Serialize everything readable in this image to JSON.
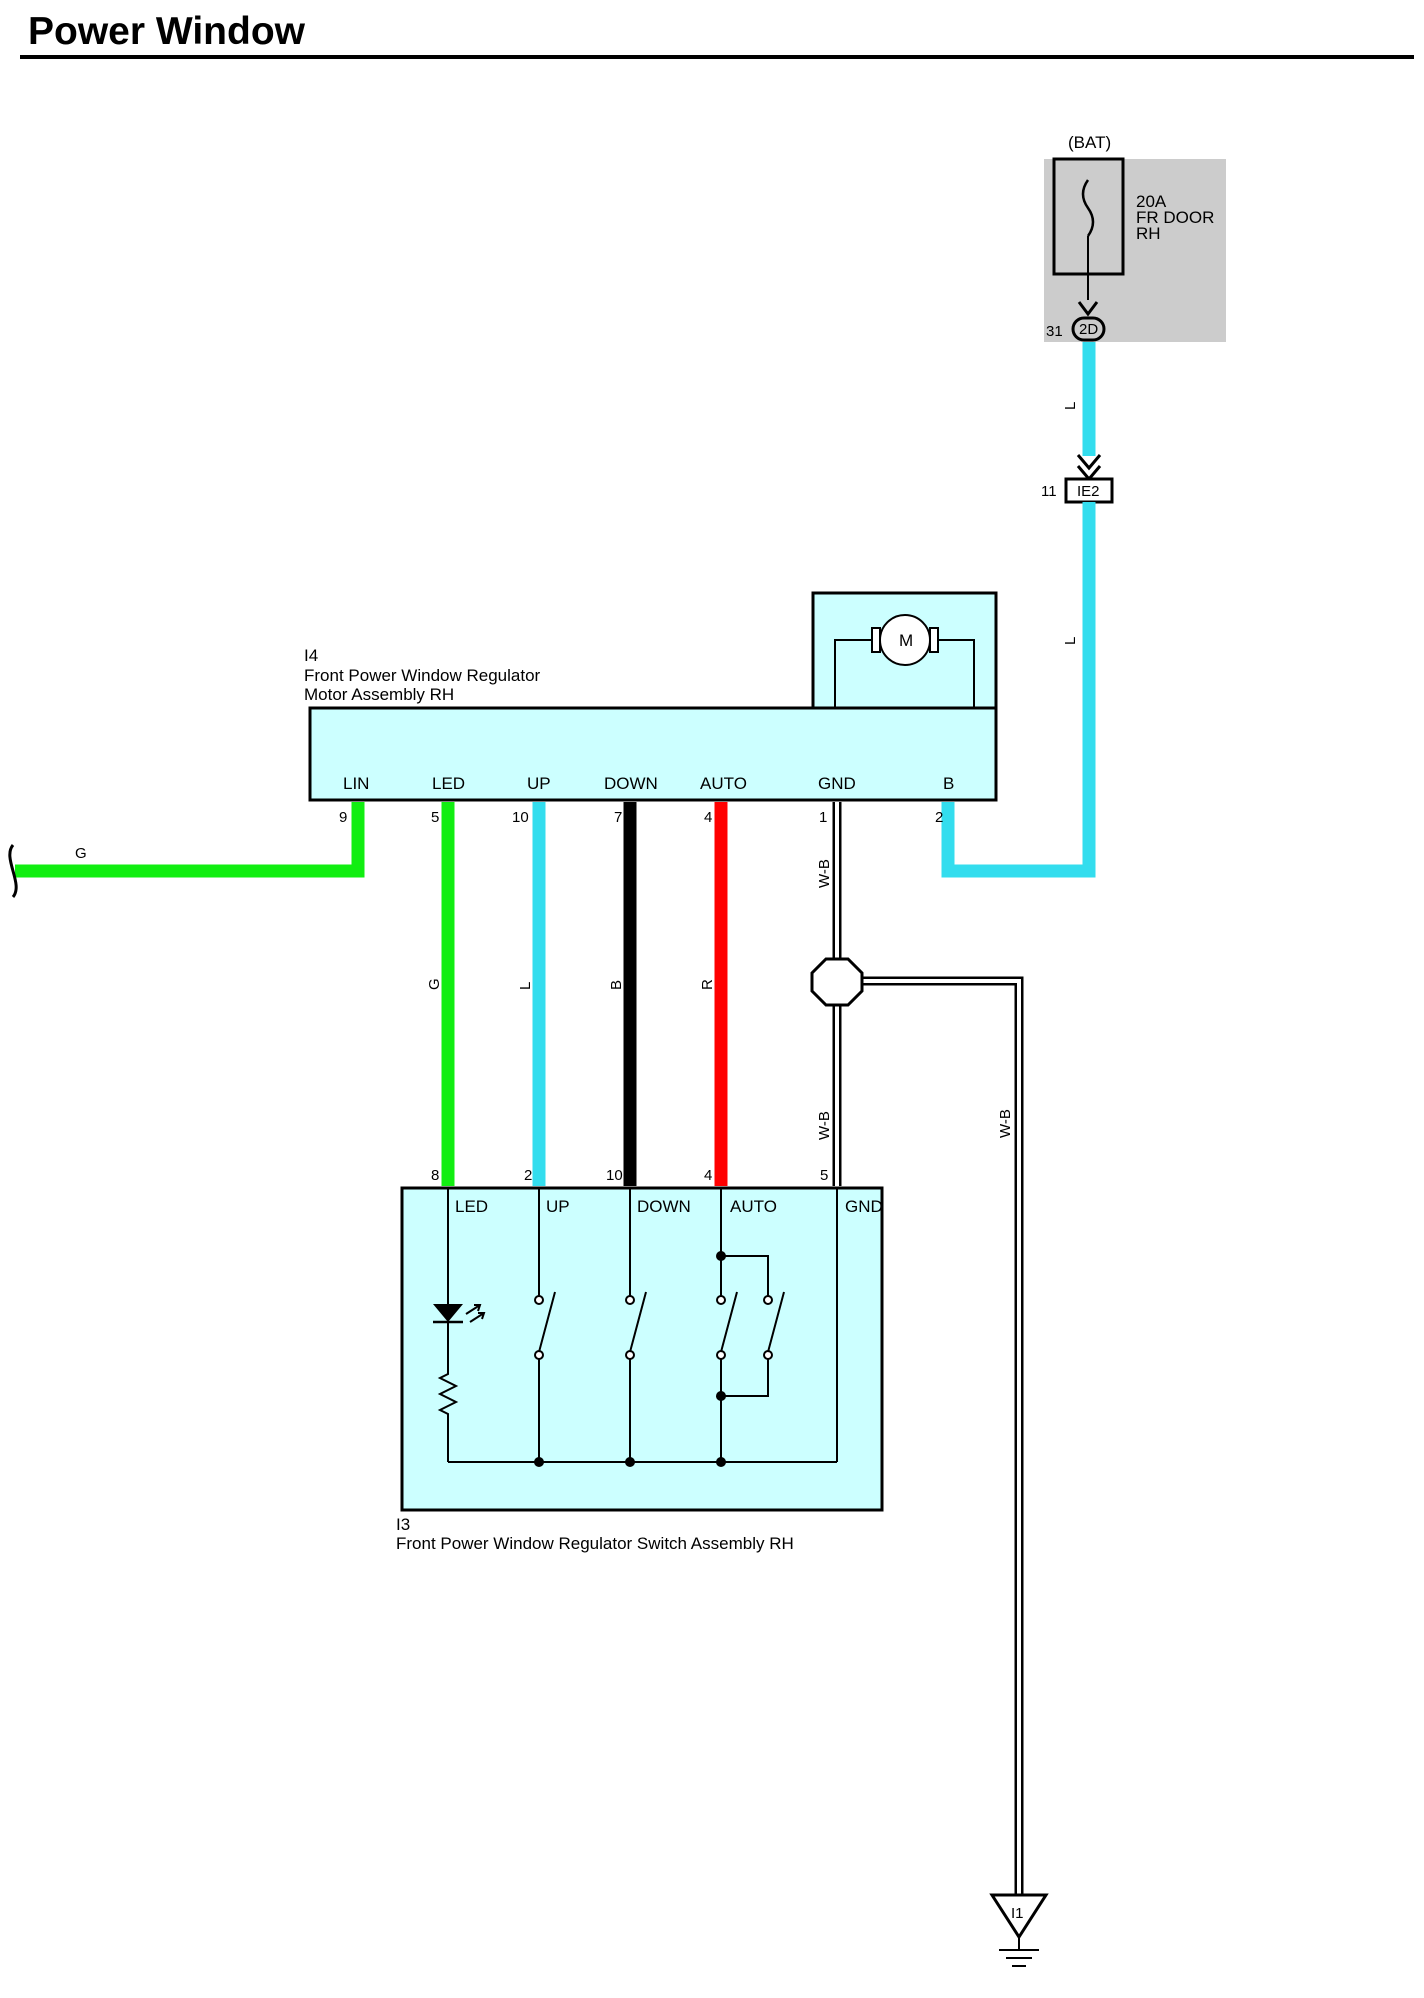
{
  "title": "Power Window",
  "colors": {
    "body_fill": "#ccffff",
    "fuse_box_fill": "#cccccc",
    "green": "#11ee11",
    "blue": "#33ddee",
    "black": "#000000",
    "red": "#ff0000",
    "white_black": "#ffffff"
  },
  "fuse": {
    "source": "(BAT)",
    "rating": "20A",
    "name_line1": "FR DOOR",
    "name_line2": "RH",
    "pin": "31",
    "connector": "2D"
  },
  "junction": {
    "pin": "11",
    "connector": "IE2"
  },
  "motor_assembly": {
    "id": "I4",
    "name_line1": "Front Power Window Regulator",
    "name_line2": "Motor Assembly RH",
    "motor_symbol": "M",
    "terminals": [
      {
        "label": "LIN",
        "pin": "9"
      },
      {
        "label": "LED",
        "pin": "5"
      },
      {
        "label": "UP",
        "pin": "10"
      },
      {
        "label": "DOWN",
        "pin": "7"
      },
      {
        "label": "AUTO",
        "pin": "4"
      },
      {
        "label": "GND",
        "pin": "1"
      },
      {
        "label": "B",
        "pin": "2"
      }
    ]
  },
  "switch_assembly": {
    "id": "I3",
    "name": "Front Power Window Regulator Switch Assembly RH",
    "terminals": [
      {
        "label": "LED",
        "pin": "8"
      },
      {
        "label": "UP",
        "pin": "2"
      },
      {
        "label": "DOWN",
        "pin": "10"
      },
      {
        "label": "AUTO",
        "pin": "4"
      },
      {
        "label": "GND",
        "pin": "5"
      }
    ]
  },
  "wires": {
    "lin": "G",
    "led": "G",
    "up": "L",
    "down": "B",
    "auto": "R",
    "gnd_upper": "W-B",
    "gnd_lower": "W-B",
    "gnd_ground_run": "W-B",
    "supply_upper": "L",
    "supply_lower": "L"
  },
  "ground": {
    "id": "I1"
  }
}
